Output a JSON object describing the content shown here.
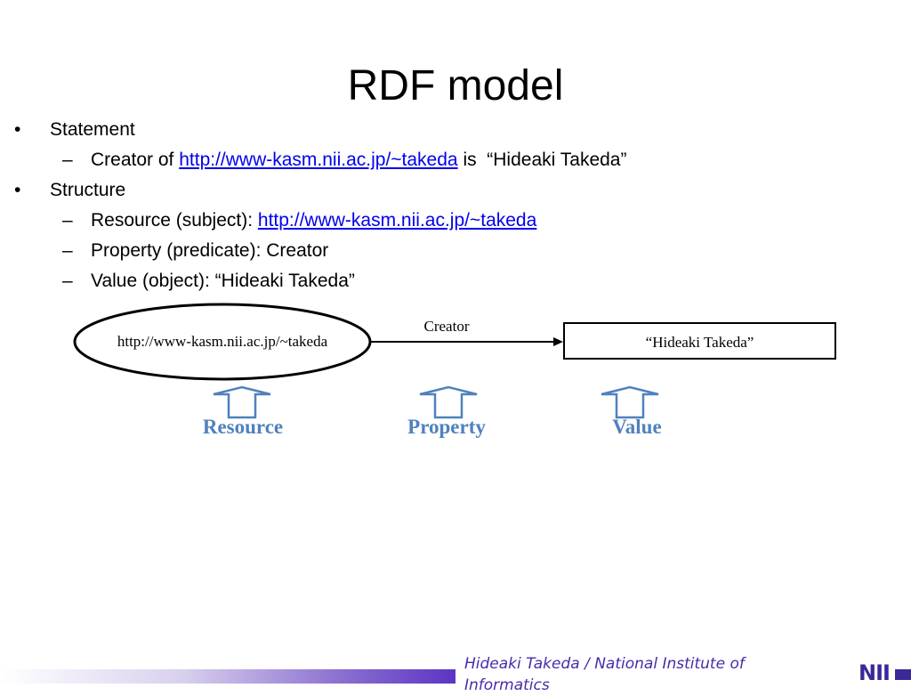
{
  "slide": {
    "title": "RDF model"
  },
  "bullets": {
    "statement": "Statement",
    "statement_detail_prefix": "Creator of ",
    "statement_detail_link": "http://www-kasm.nii.ac.jp/~takeda",
    "statement_detail_suffix": " is  “Hideaki Takeda”",
    "structure": "Structure",
    "resource_prefix": "Resource (subject): ",
    "resource_link": "http://www-kasm.nii.ac.jp/~takeda",
    "property": "Property (predicate): Creator",
    "value": "Value (object): “Hideaki Takeda”"
  },
  "diagram": {
    "subject": "http://www-kasm.nii.ac.jp/~takeda",
    "predicate": "Creator",
    "object": "“Hideaki Takeda”",
    "labels": {
      "resource": "Resource",
      "property": "Property",
      "value": "Value"
    },
    "label_color": "#4F81BD"
  },
  "footer": {
    "line1": "Hideaki Takeda / National Institute of",
    "line2": "Informatics",
    "logo": "NII"
  }
}
